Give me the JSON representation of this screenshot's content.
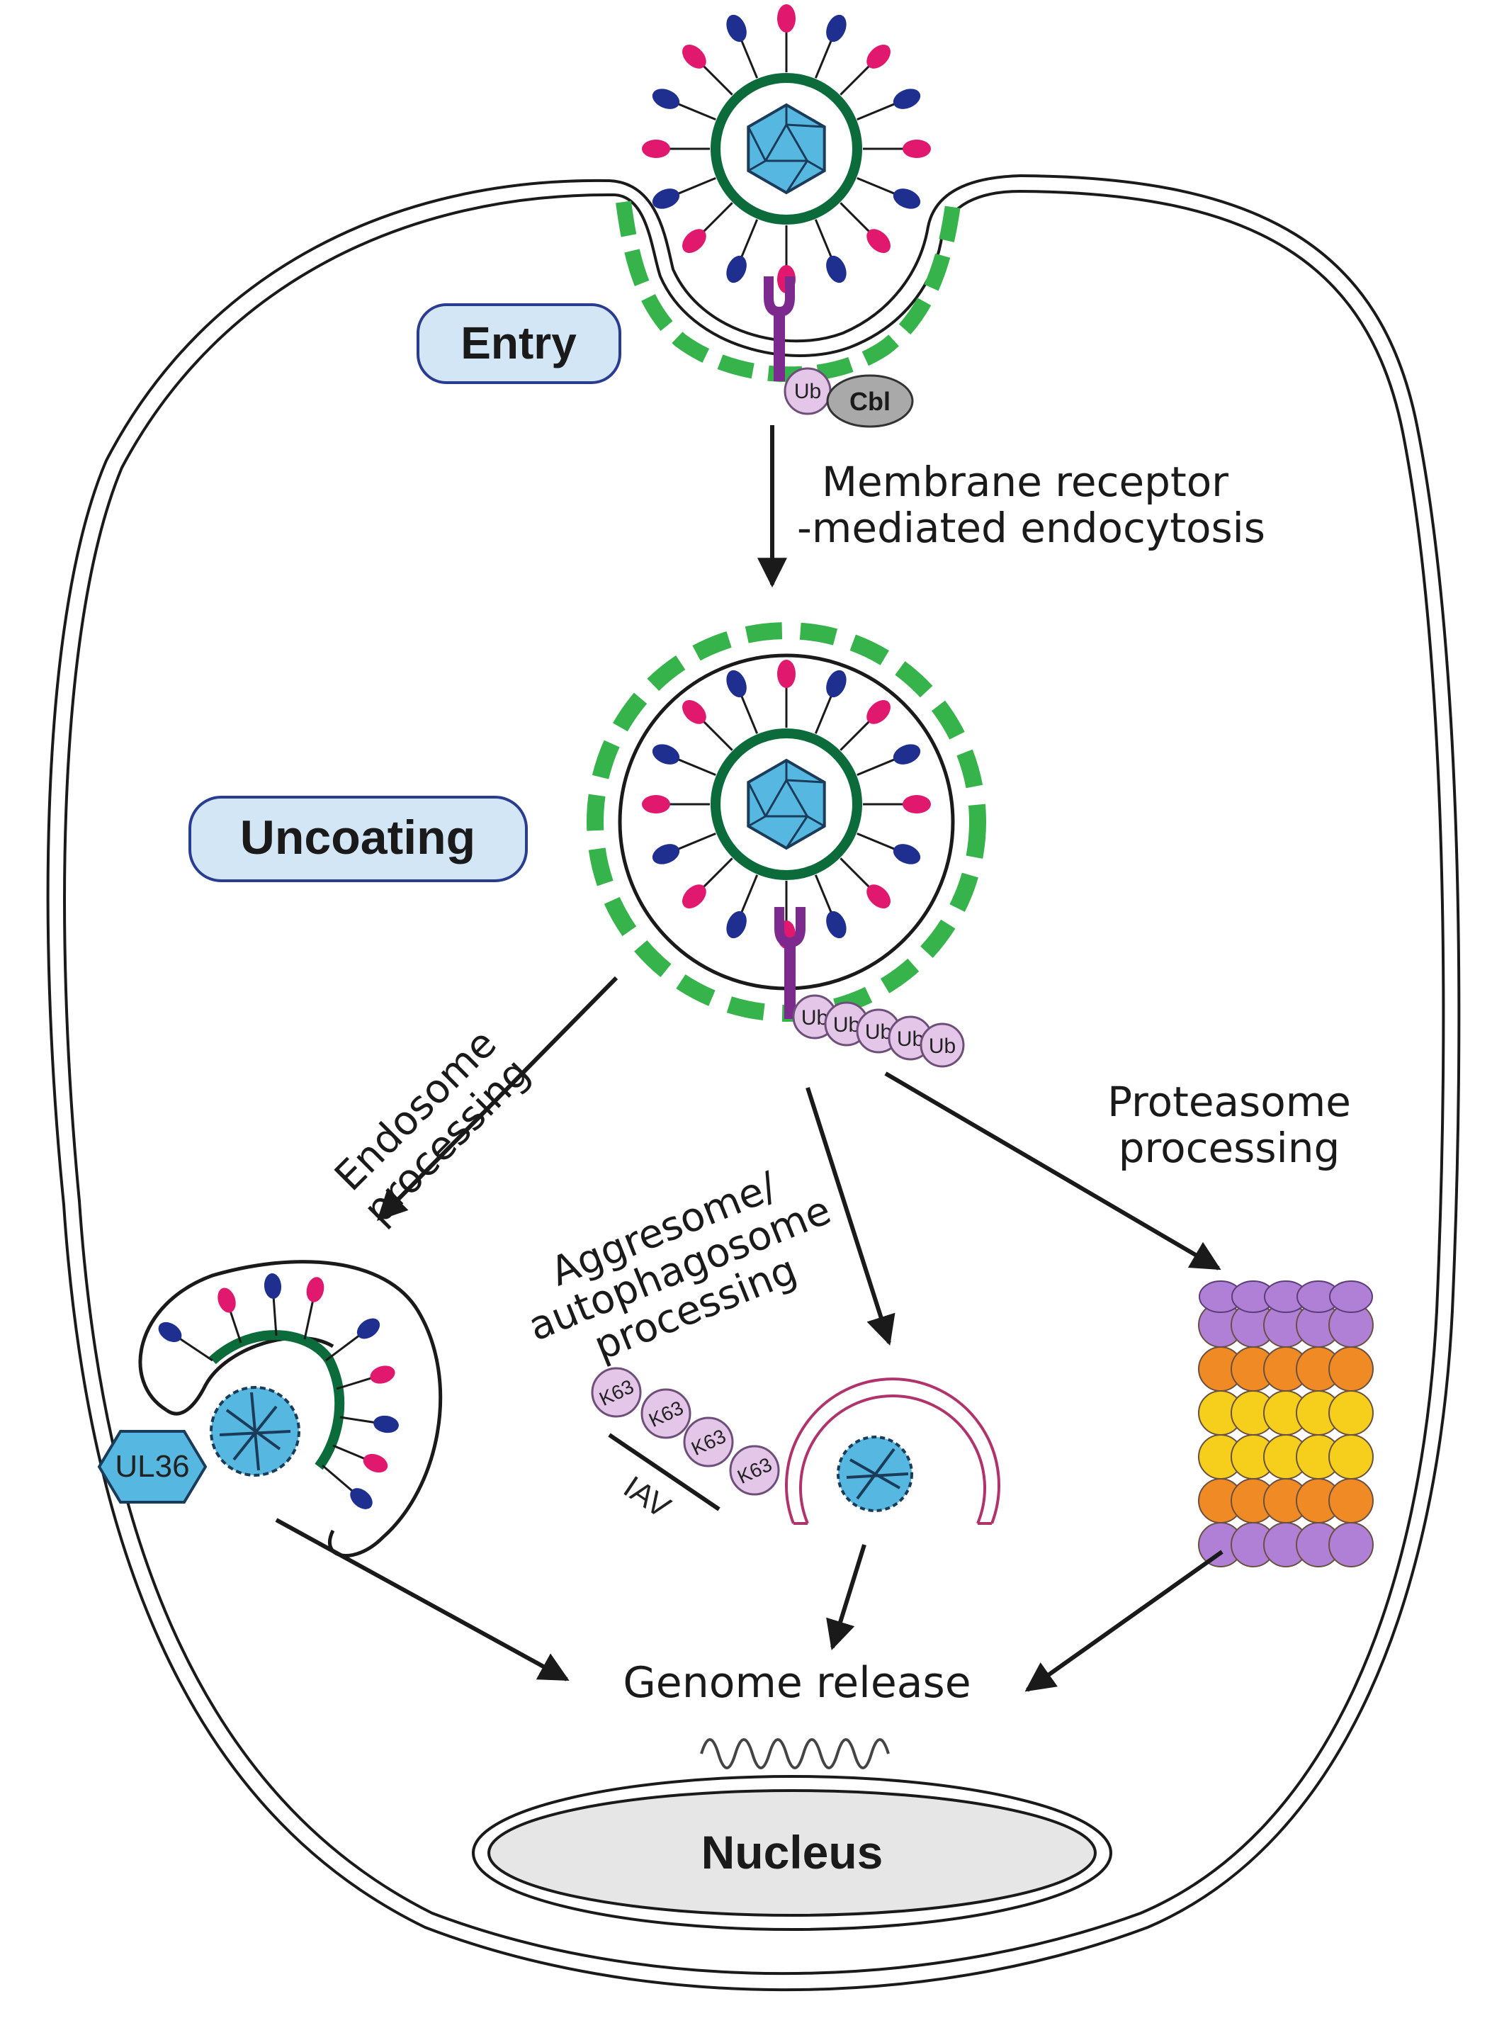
{
  "stages": {
    "entry": "Entry",
    "uncoating": "Uncoating"
  },
  "labels": {
    "ub": "Ub",
    "cbl": "Cbl",
    "endocytosis_line1": "Membrane receptor",
    "endocytosis_line2": "-mediated endocytosis",
    "endosome_line1": "Endosome",
    "endosome_line2": "processing",
    "aggresome_line1": "Aggresome/",
    "aggresome_line2": "autophagosome",
    "aggresome_line3": "processing",
    "proteasome_line1": "Proteasome",
    "proteasome_line2": "processing",
    "ul36": "UL36",
    "k63": "K63",
    "iav": "IAV",
    "genome_release": "Genome release",
    "nucleus": "Nucleus"
  },
  "colors": {
    "envelope_green": "#0b6b3a",
    "clathrin_green": "#36b34a",
    "capsid_blue": "#56b8e0",
    "glyco_pink": "#e0196e",
    "glyco_navy": "#1e2f8f",
    "receptor_purple": "#7d2a8f",
    "ub_lilac": "#e4c6e8",
    "label_box": "#d3e6f6",
    "label_box_border": "#2a3c8f",
    "proteasome_purple": "#b07fd6",
    "proteasome_orange": "#f08a24",
    "proteasome_yellow": "#f6cf1c",
    "autophagosome": "#b0336b",
    "nucleus_fill": "#e6e6e6"
  }
}
